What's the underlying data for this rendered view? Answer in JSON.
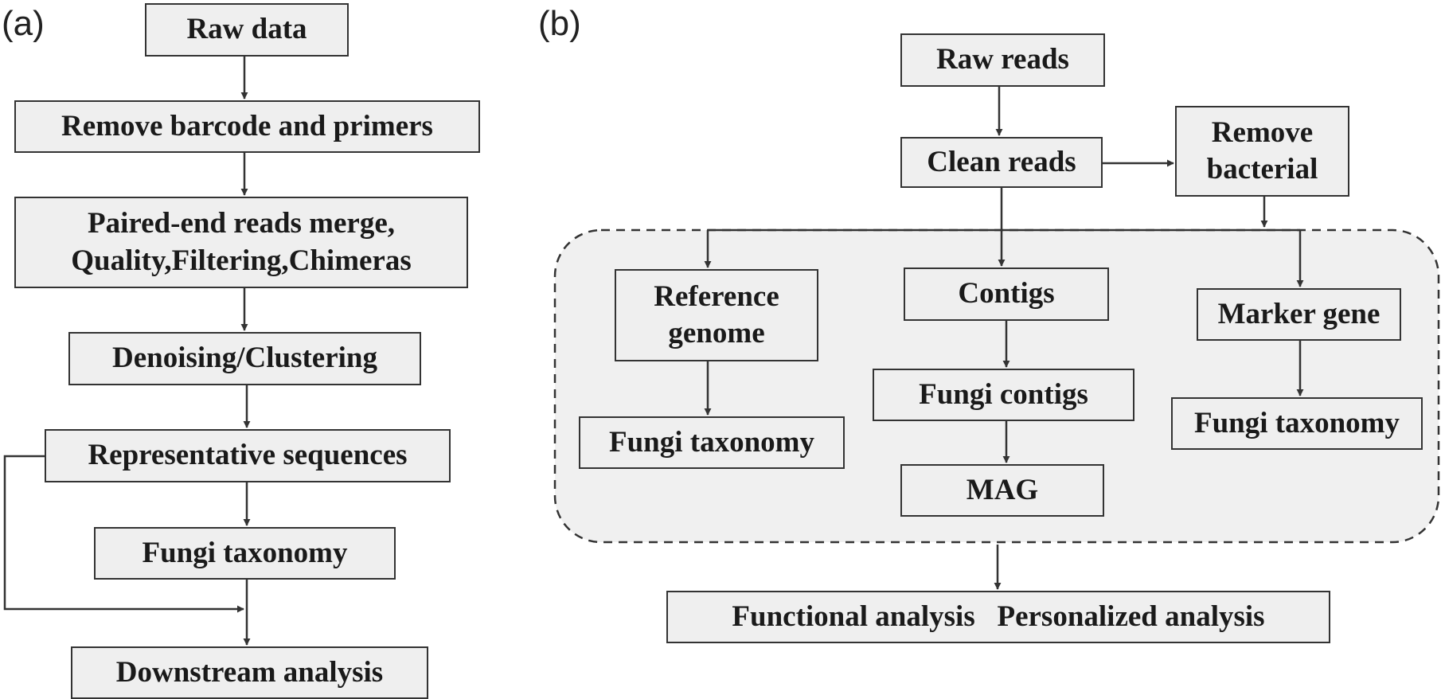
{
  "panel_a": {
    "label": "(a)",
    "steps": {
      "raw_data": "Raw data",
      "remove_barcode": "Remove barcode and primers",
      "paired_end_line1": "Paired-end reads merge,",
      "paired_end_line2": "Quality,Filtering,Chimeras",
      "denoising": "Denoising/Clustering",
      "representative": "Representative sequences",
      "fungi_taxonomy": "Fungi taxonomy",
      "downstream": "Downstream analysis"
    }
  },
  "panel_b": {
    "label": "(b)",
    "steps": {
      "raw_reads": "Raw reads",
      "clean_reads": "Clean reads",
      "remove_bacterial_line1": "Remove",
      "remove_bacterial_line2": "bacterial",
      "reference_genome_line1": "Reference",
      "reference_genome_line2": "genome",
      "fungi_taxonomy_left": "Fungi taxonomy",
      "contigs": "Contigs",
      "fungi_contigs": "Fungi contigs",
      "mag": "MAG",
      "marker_gene": "Marker gene",
      "fungi_taxonomy_right": "Fungi taxonomy",
      "final_analysis": "Functional analysis   Personalized analysis"
    }
  }
}
